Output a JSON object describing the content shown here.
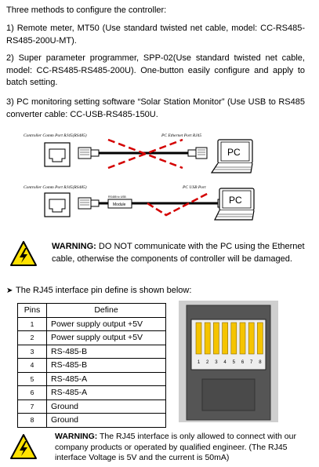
{
  "intro": "Three methods to configure the controller:",
  "methods": [
    "1) Remote meter, MT50 (Use standard twisted net cable, model: CC-RS485-RS485-200U-MT).",
    "2) Super parameter programmer, SPP-02(Use standard twisted net cable, model: CC-RS485-RS485-200U). One-button easily configure and apply to batch setting.",
    "3) PC monitoring setting software “Solar Station Monitor” (Use USB to RS485 converter cable: CC-USB-RS485-150U."
  ],
  "figure1": {
    "left_label": "Controller Comm Port RJ45(RS485)",
    "right_label": "PC Ethernet Port RJ45",
    "pc_label": "PC"
  },
  "figure2": {
    "left_label": "Controller Comm Port RJ45(RS485)",
    "right_label": "PC USB Port",
    "converter_top_label": "RS485 to USB",
    "module_label": "Module",
    "pc_label": "PC"
  },
  "warning1": {
    "label": "WARNING:",
    "text": " DO NOT communicate with the PC using the Ethernet cable, otherwise the components of controller will be damaged."
  },
  "rj45_heading": "The RJ45 interface pin define is shown below:",
  "pin_table": {
    "headers": [
      "Pins",
      "Define"
    ],
    "rows": [
      [
        "1",
        "Power supply output +5V"
      ],
      [
        "2",
        "Power supply output +5V"
      ],
      [
        "3",
        "RS-485-B"
      ],
      [
        "4",
        "RS-485-B"
      ],
      [
        "5",
        "RS-485-A"
      ],
      [
        "6",
        "RS-485-A"
      ],
      [
        "7",
        "Ground"
      ],
      [
        "8",
        "Ground"
      ]
    ]
  },
  "connector_pin_numbers": [
    "1",
    "2",
    "3",
    "4",
    "5",
    "6",
    "7",
    "8"
  ],
  "warning2": {
    "label": "WARNING:",
    "text": " The RJ45 interface is only allowed to connect with our company products or operated by qualified engineer. (The RJ45 interface Voltage is 5V and the current is 50mA)"
  },
  "colors": {
    "warning_yellow": "#ffe100",
    "connector_body": "#555555",
    "pin_gold": "#f5c400",
    "cross_red": "#d40000"
  }
}
